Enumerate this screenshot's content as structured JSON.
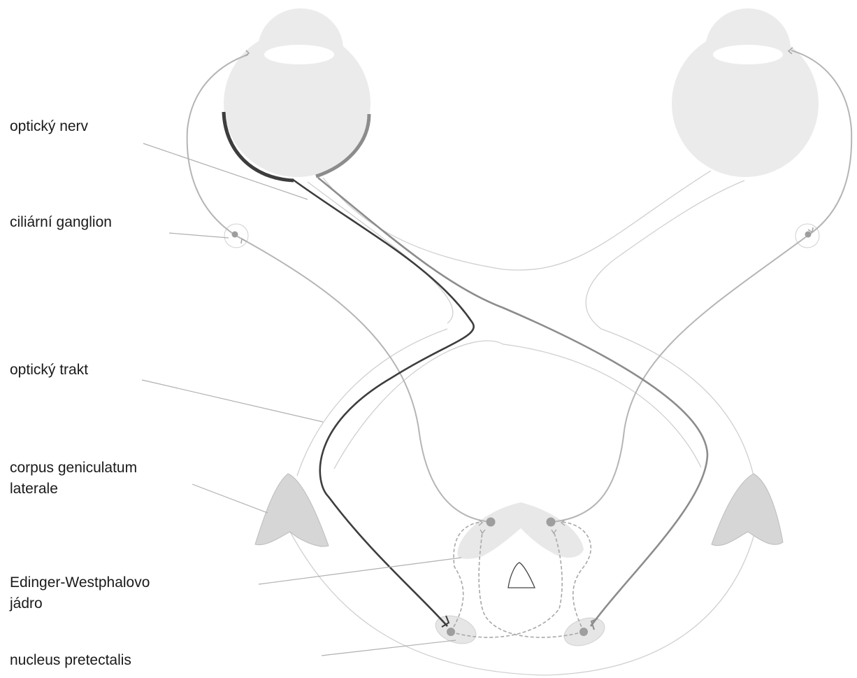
{
  "labels": {
    "optic_nerve": "optický nerv",
    "ciliary_ganglion": "ciliární ganglion",
    "optic_tract": "optický trakt",
    "lgn": "corpus geniculatum\nlaterale",
    "edinger_westphal": "Edinger-Westphalovo\njádro",
    "pretectal": "nucleus pretectalis"
  },
  "colors": {
    "eye_fill": "#ebebeb",
    "lgn_fill": "#d6d6d6",
    "nucleus_fill": "#e6e6e6",
    "dark_pathway": "#3d3d3d",
    "mid_pathway": "#8c8c8c",
    "light_pathway": "#b8b8b8",
    "outline": "#c9c9c9",
    "leader_line": "#b0b0b0",
    "neuron_dot": "#9e9e9e"
  }
}
